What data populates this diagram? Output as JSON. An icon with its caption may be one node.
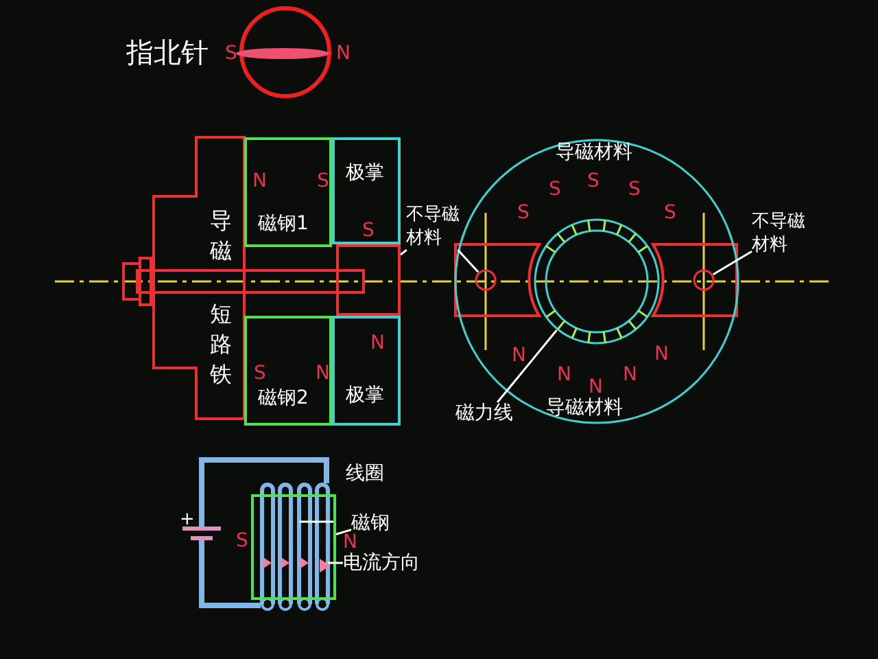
{
  "diagram": {
    "nodes": [
      {
        "text": [
          "导磁",
          "短路铁"
        ]
      },
      {
        "text": [
          "N",
          "磁钢1",
          "S"
        ]
      },
      {
        "text": [
          "极掌",
          "S"
        ]
      },
      {
        "text": [
          "S",
          "N",
          "磁钢2"
        ]
      },
      {
        "text": [
          "N",
          "极掌"
        ]
      },
      {
        "text": [
          "不导磁材料"
        ]
      },
      {
        "text": [],
        "shape": "box"
      },
      {
        "text": [
          "导磁材料",
          "S",
          "S",
          "S",
          "S",
          "S",
          "N",
          "N",
          "N",
          "N",
          "N",
          "导磁材料"
        ]
      },
      {
        "text": [],
        "shape": "circle",
        "in": 7
      },
      {
        "text": [],
        "shape": "circle",
        "in": 7
      },
      {
        "text": [],
        "shape": "circle",
        "in": 7
      },
      {
        "text": [
          "不导磁材料"
        ]
      },
      {
        "text": [
          "磁力线"
        ]
      },
      {
        "text": [
          "磁钢"
        ]
      },
      {
        "text": [],
        "shape": "box",
        "beside": [
          "S",
          "N"
        ]
      },
      {
        "text": [
          "电流方向"
        ]
      },
      {
        "text": [],
        "shape": "arrow",
        "in": 14
      }
    ],
    "edges": [
      {
        "from": 5,
        "to": 6,
        "arrow": "none"
      },
      {
        "from": 5,
        "to": 8,
        "arrow": "none"
      },
      {
        "from": 11,
        "to": 10,
        "arrow": "none"
      },
      {
        "from": 12,
        "to": 9,
        "arrow": "none"
      },
      {
        "from": 13,
        "to": 14,
        "arrow": "none"
      },
      {
        "from": 15,
        "to": 16,
        "arrow": "none"
      }
    ],
    "labels": [
      "指北针",
      "S",
      "N",
      "线圈",
      "+"
    ]
  }
}
